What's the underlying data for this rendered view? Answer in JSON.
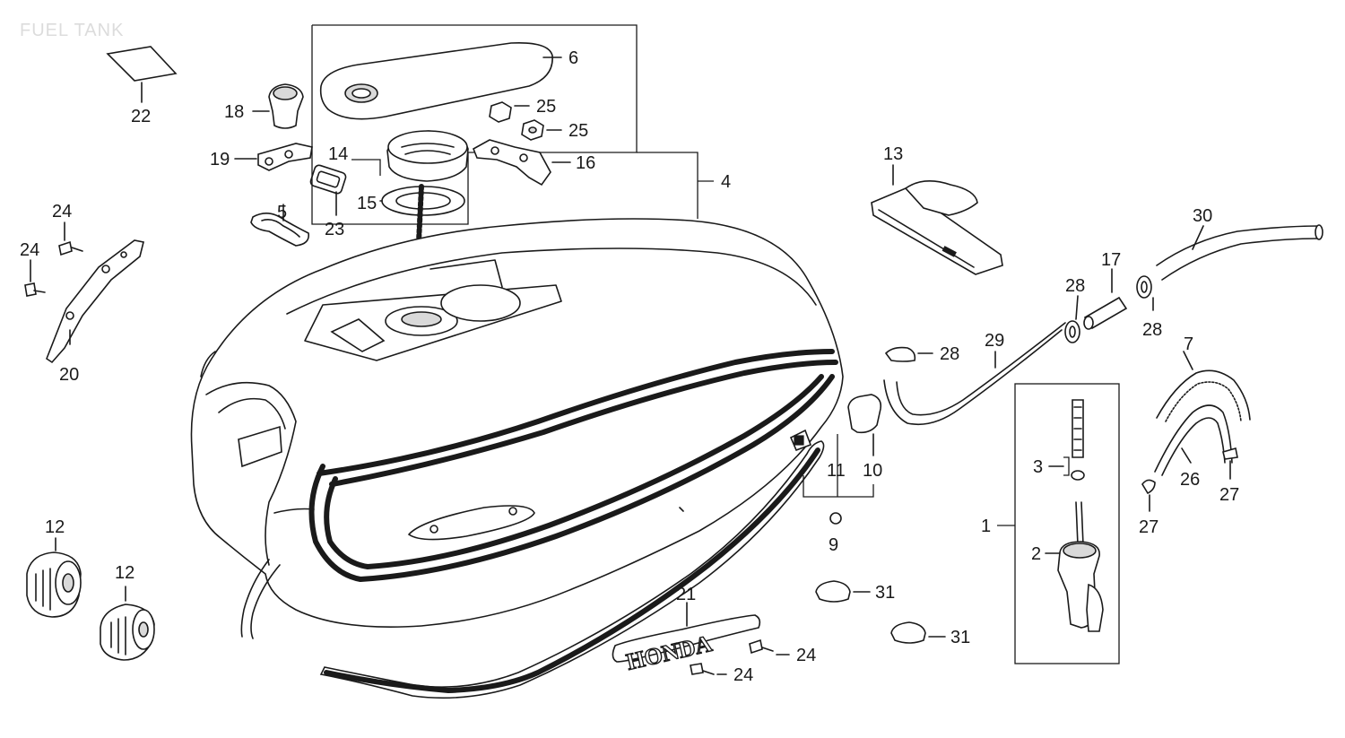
{
  "heading": "FUEL TANK",
  "emblem_text": "HONDA",
  "labels": {
    "l1": "1",
    "l2": "2",
    "l3": "3",
    "l4": "4",
    "l5": "5",
    "l6": "6",
    "l7": "7",
    "l9": "9",
    "l10": "10",
    "l11": "11",
    "l12a": "12",
    "l12b": "12",
    "l13": "13",
    "l14": "14",
    "l15": "15",
    "l16": "16",
    "l17": "17",
    "l18": "18",
    "l19": "19",
    "l20": "20",
    "l21": "21",
    "l22": "22",
    "l23": "23",
    "l24a": "24",
    "l24b": "24",
    "l24c": "24",
    "l24d": "24",
    "l25a": "25",
    "l25b": "25",
    "l26": "26",
    "l27a": "27",
    "l27b": "27",
    "l28a": "28",
    "l28b": "28",
    "l28c": "28",
    "l29": "29",
    "l30": "30",
    "l31a": "31",
    "l31b": "31"
  }
}
